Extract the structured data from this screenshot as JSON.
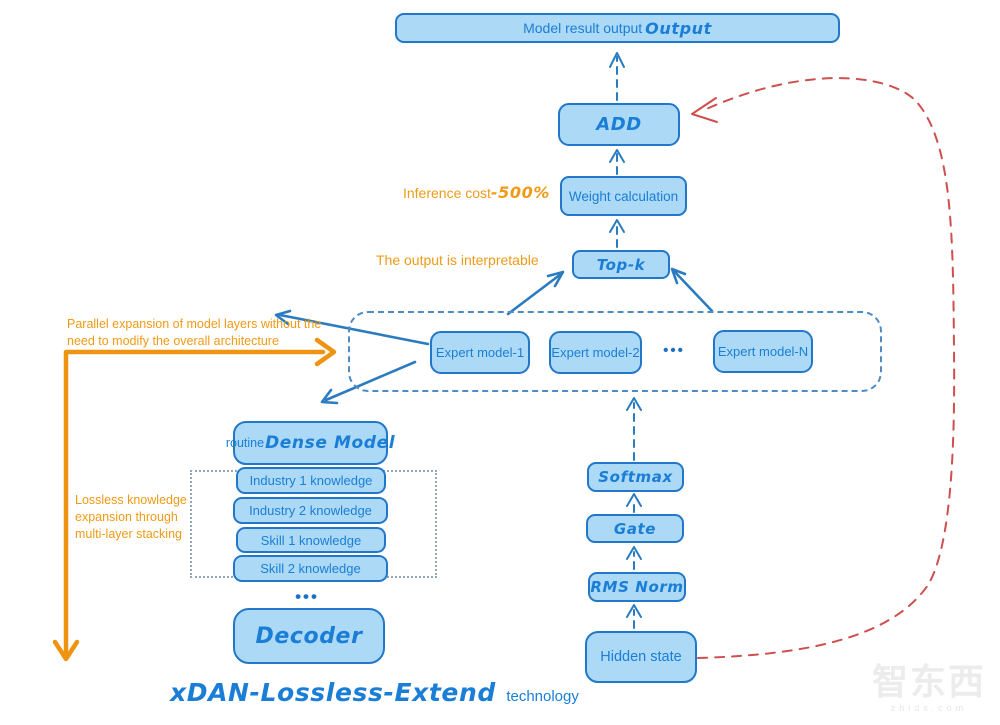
{
  "colors": {
    "box_fill": "#abd9f6",
    "box_border": "#2277c8",
    "text_blue": "#1b7ed6",
    "arrow_blue": "#2b7bc0",
    "annotation_orange": "#f09a16",
    "feedback_red": "#cf4f4f"
  },
  "nodes": {
    "output": {
      "label": "Model result output",
      "label_hand": "Output"
    },
    "add": "ADD",
    "weight_calc": "Weight calculation",
    "topk": "Top-k",
    "softmax": "Softmax",
    "gate": "Gate",
    "rms_norm": "RMS Norm",
    "hidden_state": "Hidden state"
  },
  "experts": {
    "items": [
      {
        "label": "Expert model-1"
      },
      {
        "label": "Expert model-2"
      },
      {
        "label": "Expert model-N"
      }
    ],
    "ellipsis": "•••"
  },
  "dense_stack": {
    "header_prefix": "routine",
    "header_hand": "Dense Model",
    "items": [
      "Industry 1 knowledge",
      "Industry 2 knowledge",
      "Skill 1 knowledge",
      "Skill 2 knowledge"
    ],
    "ellipsis": "•••",
    "decoder": "Decoder"
  },
  "annotations": {
    "inference_cost_label": "Inference cost",
    "inference_cost_value": "-500%",
    "interpretable": "The output is interpretable",
    "parallel_expansion": "Parallel expansion of model layers without the need to modify the overall architecture",
    "lossless_expansion": "Lossless knowledge expansion through multi-layer stacking"
  },
  "footer": {
    "title_hand": "xDAN-Lossless-Extend",
    "title_suffix": "technology"
  },
  "watermark": {
    "brand": "智东西",
    "domain": "zhidx.com"
  }
}
